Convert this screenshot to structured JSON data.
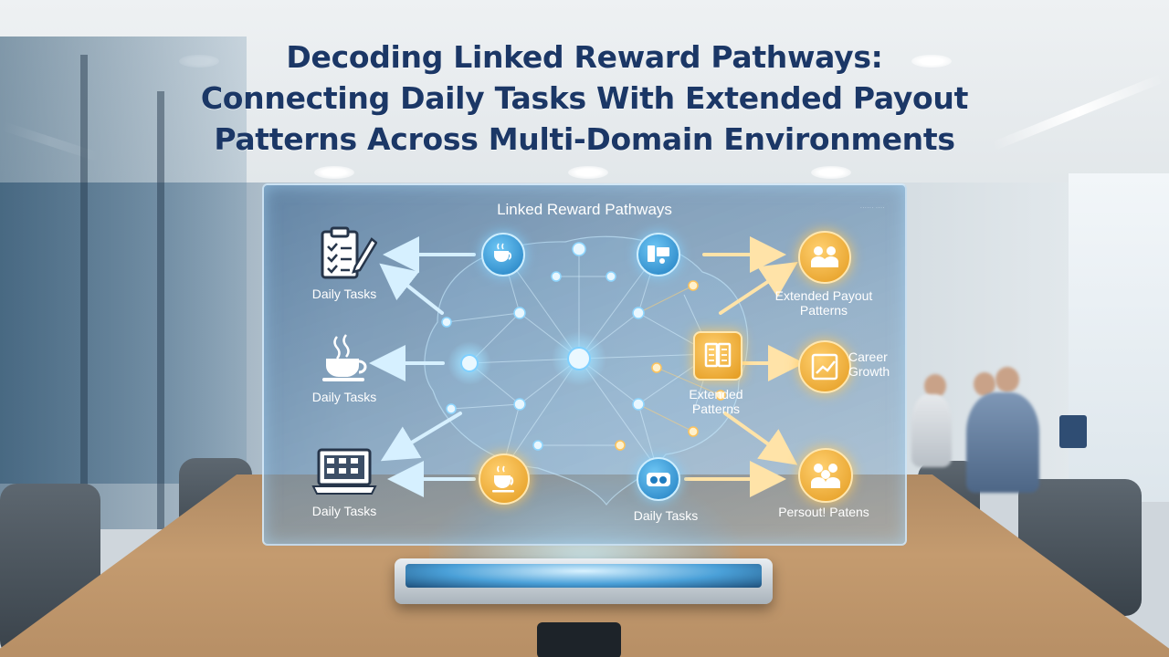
{
  "title": {
    "line1": "Decoding Linked Reward Pathways:",
    "line2": "Connecting Daily Tasks With Extended Payout",
    "line3": "Patterns Across Multi-Domain Environments"
  },
  "panel": {
    "title": "Linked Reward Pathways",
    "corner_mark": "······ ····"
  },
  "left_labels": [
    "Daily Tasks",
    "Daily Tasks",
    "Daily Tasks"
  ],
  "left_icons": [
    "clipboard-checklist-icon",
    "coffee-cup-icon",
    "laptop-icon"
  ],
  "center_labels": {
    "extended": "Extended",
    "patterns": "Patterns",
    "bottom": "Daily Tasks"
  },
  "right_labels": {
    "top_line1": "Extended Payout",
    "top_line2": "Patterns",
    "mid_line1": "Career",
    "mid_line2": "Growth",
    "bottom": "Persout! Patens"
  },
  "right_icons": [
    "people-group-icon",
    "growth-chart-icon",
    "team-icon"
  ],
  "colors": {
    "title": "#1b3766",
    "node_blue": "#1f7dc0",
    "node_gold": "#e39a1e",
    "arrow_blue": "#bfe6ff",
    "arrow_gold": "#ffd98f"
  }
}
